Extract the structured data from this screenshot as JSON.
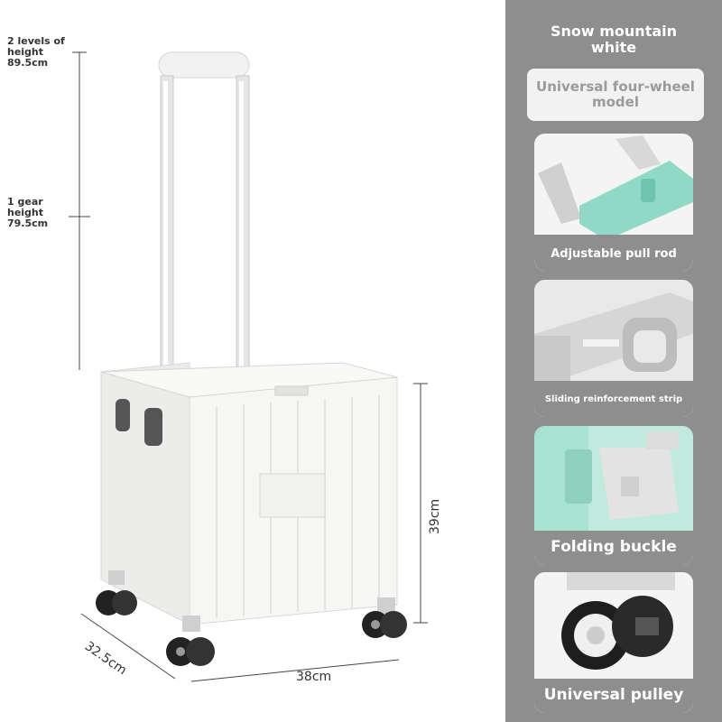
{
  "dimensions": {
    "height_high": "2 levels of height 89.5cm",
    "height_high_lines": [
      "2 levels of",
      "height",
      "89.5cm"
    ],
    "height_low_lines": [
      "1 gear",
      "height",
      "79.5cm"
    ],
    "box_height": "39cm",
    "depth": "32.5cm",
    "width": "38cm"
  },
  "panel": {
    "color_title_lines": [
      "Snow mountain",
      "white"
    ],
    "model_label": "Universal four-wheel model",
    "features": [
      {
        "label": "Adjustable pull rod",
        "icon": "pull-rod-icon"
      },
      {
        "label": "Sliding reinforcement strip",
        "icon": "reinforcement-strip-icon"
      },
      {
        "label": "Folding buckle",
        "icon": "folding-buckle-icon"
      },
      {
        "label": "Universal pulley",
        "icon": "wheel-icon"
      }
    ]
  },
  "colors": {
    "panel_bg": "#8e8e8e",
    "cart_white": "#f5f5f3",
    "mint_accent": "#8fd9c6"
  }
}
